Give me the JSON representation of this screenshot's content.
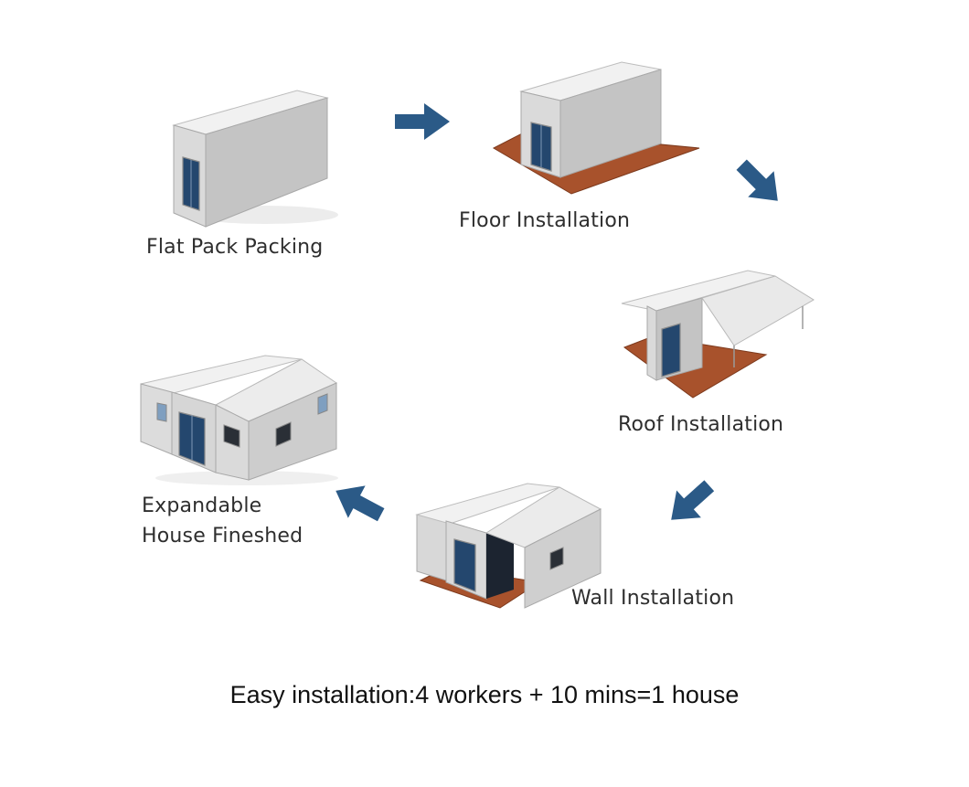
{
  "stages": [
    {
      "id": "flat-pack",
      "label": "Flat Pack Packing"
    },
    {
      "id": "floor",
      "label": "Floor Installation"
    },
    {
      "id": "roof",
      "label": "Roof Installation"
    },
    {
      "id": "wall",
      "label": "Wall Installation"
    },
    {
      "id": "finished",
      "label_line1": "Expandable",
      "label_line2": "House Fineshed"
    }
  ],
  "caption": "Easy installation:4 workers + 10 mins=1 house",
  "colors": {
    "arrow": "#2b5a87",
    "wall": "#c9c9c9",
    "roof": "#ededed",
    "floor": "#a8522c",
    "door": "#24476e"
  },
  "icons": [
    "flow-arrow-icon"
  ]
}
